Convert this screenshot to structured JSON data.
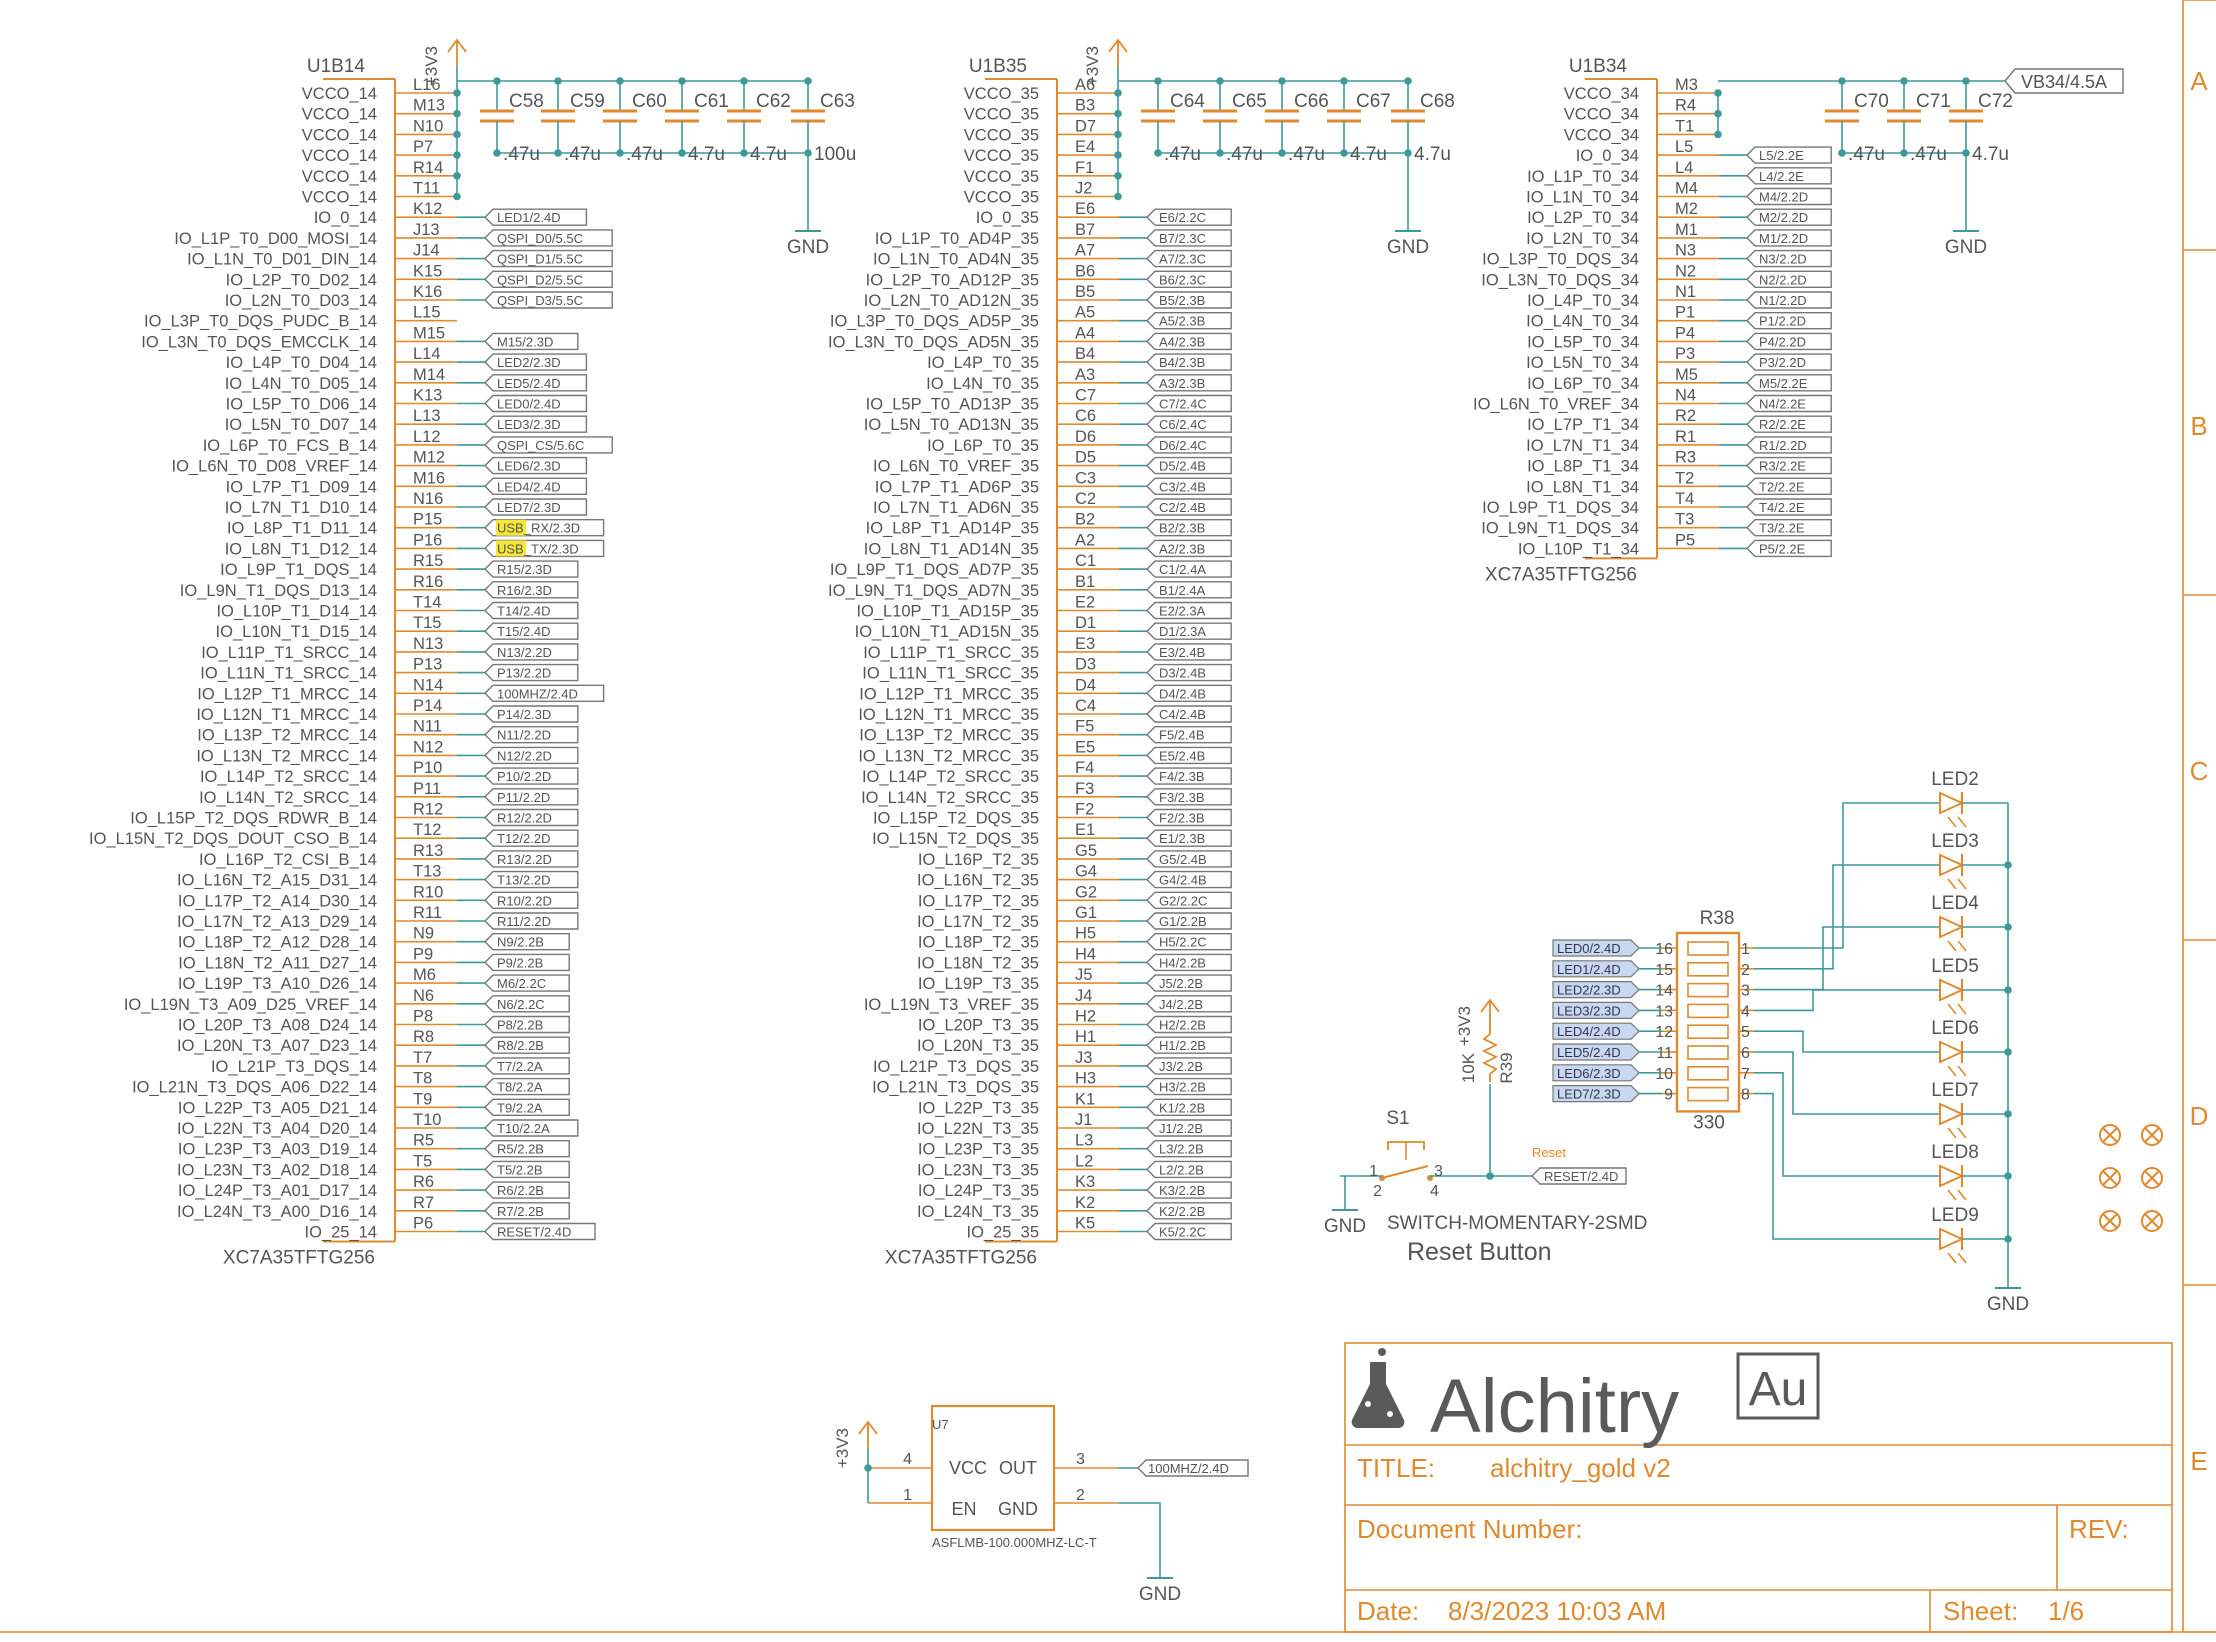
{
  "colors": {
    "wire": "#3e9a9a",
    "body": "#e08a2e",
    "text": "#555555",
    "title_text": "#e08a2e",
    "highlight": "#f5e63a",
    "led_label_fill": "#c8d8ee"
  },
  "sheet": {
    "zones": [
      "A",
      "B",
      "C",
      "D",
      "E"
    ]
  },
  "u14": {
    "ref": "U1B14",
    "part": "XC7A35TFTG256",
    "supply": "+3V3",
    "pins": [
      [
        "VCCO_14",
        "L16",
        ""
      ],
      [
        "VCCO_14",
        "M13",
        ""
      ],
      [
        "VCCO_14",
        "N10",
        ""
      ],
      [
        "VCCO_14",
        "P7",
        ""
      ],
      [
        "VCCO_14",
        "R14",
        ""
      ],
      [
        "VCCO_14",
        "T11",
        ""
      ],
      [
        "IO_0_14",
        "K12",
        "LED1/2.4D"
      ],
      [
        "IO_L1P_T0_D00_MOSI_14",
        "J13",
        "QSPI_D0/5.5C"
      ],
      [
        "IO_L1N_T0_D01_DIN_14",
        "J14",
        "QSPI_D1/5.5C"
      ],
      [
        "IO_L2P_T0_D02_14",
        "K15",
        "QSPI_D2/5.5C"
      ],
      [
        "IO_L2N_T0_D03_14",
        "K16",
        "QSPI_D3/5.5C"
      ],
      [
        "IO_L3P_T0_DQS_PUDC_B_14",
        "L15",
        ""
      ],
      [
        "IO_L3N_T0_DQS_EMCCLK_14",
        "M15",
        "M15/2.3D"
      ],
      [
        "IO_L4P_T0_D04_14",
        "L14",
        "LED2/2.3D"
      ],
      [
        "IO_L4N_T0_D05_14",
        "M14",
        "LED5/2.4D"
      ],
      [
        "IO_L5P_T0_D06_14",
        "K13",
        "LED0/2.4D"
      ],
      [
        "IO_L5N_T0_D07_14",
        "L13",
        "LED3/2.3D"
      ],
      [
        "IO_L6P_T0_FCS_B_14",
        "L12",
        "QSPI_CS/5.6C"
      ],
      [
        "IO_L6N_T0_D08_VREF_14",
        "M12",
        "LED6/2.3D"
      ],
      [
        "IO_L7P_T1_D09_14",
        "M16",
        "LED4/2.4D"
      ],
      [
        "IO_L7N_T1_D10_14",
        "N16",
        "LED7/2.3D"
      ],
      [
        "IO_L8P_T1_D11_14",
        "P15",
        "USB_RX/2.3D"
      ],
      [
        "IO_L8N_T1_D12_14",
        "P16",
        "USB_TX/2.3D"
      ],
      [
        "IO_L9P_T1_DQS_14",
        "R15",
        "R15/2.3D"
      ],
      [
        "IO_L9N_T1_DQS_D13_14",
        "R16",
        "R16/2.3D"
      ],
      [
        "IO_L10P_T1_D14_14",
        "T14",
        "T14/2.4D"
      ],
      [
        "IO_L10N_T1_D15_14",
        "T15",
        "T15/2.4D"
      ],
      [
        "IO_L11P_T1_SRCC_14",
        "N13",
        "N13/2.2D"
      ],
      [
        "IO_L11N_T1_SRCC_14",
        "P13",
        "P13/2.2D"
      ],
      [
        "IO_L12P_T1_MRCC_14",
        "N14",
        "100MHZ/2.4D"
      ],
      [
        "IO_L12N_T1_MRCC_14",
        "P14",
        "P14/2.3D"
      ],
      [
        "IO_L13P_T2_MRCC_14",
        "N11",
        "N11/2.2D"
      ],
      [
        "IO_L13N_T2_MRCC_14",
        "N12",
        "N12/2.2D"
      ],
      [
        "IO_L14P_T2_SRCC_14",
        "P10",
        "P10/2.2D"
      ],
      [
        "IO_L14N_T2_SRCC_14",
        "P11",
        "P11/2.2D"
      ],
      [
        "IO_L15P_T2_DQS_RDWR_B_14",
        "R12",
        "R12/2.2D"
      ],
      [
        "IO_L15N_T2_DQS_DOUT_CSO_B_14",
        "T12",
        "T12/2.2D"
      ],
      [
        "IO_L16P_T2_CSI_B_14",
        "R13",
        "R13/2.2D"
      ],
      [
        "IO_L16N_T2_A15_D31_14",
        "T13",
        "T13/2.2D"
      ],
      [
        "IO_L17P_T2_A14_D30_14",
        "R10",
        "R10/2.2D"
      ],
      [
        "IO_L17N_T2_A13_D29_14",
        "R11",
        "R11/2.2D"
      ],
      [
        "IO_L18P_T2_A12_D28_14",
        "N9",
        "N9/2.2B"
      ],
      [
        "IO_L18N_T2_A11_D27_14",
        "P9",
        "P9/2.2B"
      ],
      [
        "IO_L19P_T3_A10_D26_14",
        "M6",
        "M6/2.2C"
      ],
      [
        "IO_L19N_T3_A09_D25_VREF_14",
        "N6",
        "N6/2.2C"
      ],
      [
        "IO_L20P_T3_A08_D24_14",
        "P8",
        "P8/2.2B"
      ],
      [
        "IO_L20N_T3_A07_D23_14",
        "R8",
        "R8/2.2B"
      ],
      [
        "IO_L21P_T3_DQS_14",
        "T7",
        "T7/2.2A"
      ],
      [
        "IO_L21N_T3_DQS_A06_D22_14",
        "T8",
        "T8/2.2A"
      ],
      [
        "IO_L22P_T3_A05_D21_14",
        "T9",
        "T9/2.2A"
      ],
      [
        "IO_L22N_T3_A04_D20_14",
        "T10",
        "T10/2.2A"
      ],
      [
        "IO_L23P_T3_A03_D19_14",
        "R5",
        "R5/2.2B"
      ],
      [
        "IO_L23N_T3_A02_D18_14",
        "T5",
        "T5/2.2B"
      ],
      [
        "IO_L24P_T3_A01_D17_14",
        "R6",
        "R6/2.2B"
      ],
      [
        "IO_L24N_T3_A00_D16_14",
        "R7",
        "R7/2.2B"
      ],
      [
        "IO_25_14",
        "P6",
        "RESET/2.4D"
      ]
    ],
    "caps": [
      [
        "C58",
        ".47u"
      ],
      [
        "C59",
        ".47u"
      ],
      [
        "C60",
        ".47u"
      ],
      [
        "C61",
        "4.7u"
      ],
      [
        "C62",
        "4.7u"
      ],
      [
        "C63",
        "100u"
      ]
    ],
    "gnd": "GND"
  },
  "u35": {
    "ref": "U1B35",
    "part": "XC7A35TFTG256",
    "supply": "+3V3",
    "pins": [
      [
        "VCCO_35",
        "A6",
        ""
      ],
      [
        "VCCO_35",
        "B3",
        ""
      ],
      [
        "VCCO_35",
        "D7",
        ""
      ],
      [
        "VCCO_35",
        "E4",
        ""
      ],
      [
        "VCCO_35",
        "F1",
        ""
      ],
      [
        "VCCO_35",
        "J2",
        ""
      ],
      [
        "IO_0_35",
        "E6",
        "E6/2.2C"
      ],
      [
        "IO_L1P_T0_AD4P_35",
        "B7",
        "B7/2.3C"
      ],
      [
        "IO_L1N_T0_AD4N_35",
        "A7",
        "A7/2.3C"
      ],
      [
        "IO_L2P_T0_AD12P_35",
        "B6",
        "B6/2.3C"
      ],
      [
        "IO_L2N_T0_AD12N_35",
        "B5",
        "B5/2.3B"
      ],
      [
        "IO_L3P_T0_DQS_AD5P_35",
        "A5",
        "A5/2.3B"
      ],
      [
        "IO_L3N_T0_DQS_AD5N_35",
        "A4",
        "A4/2.3B"
      ],
      [
        "IO_L4P_T0_35",
        "B4",
        "B4/2.3B"
      ],
      [
        "IO_L4N_T0_35",
        "A3",
        "A3/2.3B"
      ],
      [
        "IO_L5P_T0_AD13P_35",
        "C7",
        "C7/2.4C"
      ],
      [
        "IO_L5N_T0_AD13N_35",
        "C6",
        "C6/2.4C"
      ],
      [
        "IO_L6P_T0_35",
        "D6",
        "D6/2.4C"
      ],
      [
        "IO_L6N_T0_VREF_35",
        "D5",
        "D5/2.4B"
      ],
      [
        "IO_L7P_T1_AD6P_35",
        "C3",
        "C3/2.4B"
      ],
      [
        "IO_L7N_T1_AD6N_35",
        "C2",
        "C2/2.4B"
      ],
      [
        "IO_L8P_T1_AD14P_35",
        "B2",
        "B2/2.3B"
      ],
      [
        "IO_L8N_T1_AD14N_35",
        "A2",
        "A2/2.3B"
      ],
      [
        "IO_L9P_T1_DQS_AD7P_35",
        "C1",
        "C1/2.4A"
      ],
      [
        "IO_L9N_T1_DQS_AD7N_35",
        "B1",
        "B1/2.4A"
      ],
      [
        "IO_L10P_T1_AD15P_35",
        "E2",
        "E2/2.3A"
      ],
      [
        "IO_L10N_T1_AD15N_35",
        "D1",
        "D1/2.3A"
      ],
      [
        "IO_L11P_T1_SRCC_35",
        "E3",
        "E3/2.4B"
      ],
      [
        "IO_L11N_T1_SRCC_35",
        "D3",
        "D3/2.4B"
      ],
      [
        "IO_L12P_T1_MRCC_35",
        "D4",
        "D4/2.4B"
      ],
      [
        "IO_L12N_T1_MRCC_35",
        "C4",
        "C4/2.4B"
      ],
      [
        "IO_L13P_T2_MRCC_35",
        "F5",
        "F5/2.4B"
      ],
      [
        "IO_L13N_T2_MRCC_35",
        "E5",
        "E5/2.4B"
      ],
      [
        "IO_L14P_T2_SRCC_35",
        "F4",
        "F4/2.3B"
      ],
      [
        "IO_L14N_T2_SRCC_35",
        "F3",
        "F3/2.3B"
      ],
      [
        "IO_L15P_T2_DQS_35",
        "F2",
        "F2/2.3B"
      ],
      [
        "IO_L15N_T2_DQS_35",
        "E1",
        "E1/2.3B"
      ],
      [
        "IO_L16P_T2_35",
        "G5",
        "G5/2.4B"
      ],
      [
        "IO_L16N_T2_35",
        "G4",
        "G4/2.4B"
      ],
      [
        "IO_L17P_T2_35",
        "G2",
        "G2/2.2C"
      ],
      [
        "IO_L17N_T2_35",
        "G1",
        "G1/2.2B"
      ],
      [
        "IO_L18P_T2_35",
        "H5",
        "H5/2.2C"
      ],
      [
        "IO_L18N_T2_35",
        "H4",
        "H4/2.2B"
      ],
      [
        "IO_L19P_T3_35",
        "J5",
        "J5/2.2B"
      ],
      [
        "IO_L19N_T3_VREF_35",
        "J4",
        "J4/2.2B"
      ],
      [
        "IO_L20P_T3_35",
        "H2",
        "H2/2.2B"
      ],
      [
        "IO_L20N_T3_35",
        "H1",
        "H1/2.2B"
      ],
      [
        "IO_L21P_T3_DQS_35",
        "J3",
        "J3/2.2B"
      ],
      [
        "IO_L21N_T3_DQS_35",
        "H3",
        "H3/2.2B"
      ],
      [
        "IO_L22P_T3_35",
        "K1",
        "K1/2.2B"
      ],
      [
        "IO_L22N_T3_35",
        "J1",
        "J1/2.2B"
      ],
      [
        "IO_L23P_T3_35",
        "L3",
        "L3/2.2B"
      ],
      [
        "IO_L23N_T3_35",
        "L2",
        "L2/2.2B"
      ],
      [
        "IO_L24P_T3_35",
        "K3",
        "K3/2.2B"
      ],
      [
        "IO_L24N_T3_35",
        "K2",
        "K2/2.2B"
      ],
      [
        "IO_25_35",
        "K5",
        "K5/2.2C"
      ]
    ],
    "caps": [
      [
        "C64",
        ".47u"
      ],
      [
        "C65",
        ".47u"
      ],
      [
        "C66",
        ".47u"
      ],
      [
        "C67",
        "4.7u"
      ],
      [
        "C68",
        "4.7u"
      ]
    ],
    "gnd": "GND"
  },
  "u34": {
    "ref": "U1B34",
    "part": "XC7A35TFTG256",
    "supply": "VB34/4.5A",
    "pins": [
      [
        "VCCO_34",
        "M3",
        ""
      ],
      [
        "VCCO_34",
        "R4",
        ""
      ],
      [
        "VCCO_34",
        "T1",
        ""
      ],
      [
        "IO_0_34",
        "L5",
        "L5/2.2E"
      ],
      [
        "IO_L1P_T0_34",
        "L4",
        "L4/2.2E"
      ],
      [
        "IO_L1N_T0_34",
        "M4",
        "M4/2.2D"
      ],
      [
        "IO_L2P_T0_34",
        "M2",
        "M2/2.2D"
      ],
      [
        "IO_L2N_T0_34",
        "M1",
        "M1/2.2D"
      ],
      [
        "IO_L3P_T0_DQS_34",
        "N3",
        "N3/2.2D"
      ],
      [
        "IO_L3N_T0_DQS_34",
        "N2",
        "N2/2.2D"
      ],
      [
        "IO_L4P_T0_34",
        "N1",
        "N1/2.2D"
      ],
      [
        "IO_L4N_T0_34",
        "P1",
        "P1/2.2D"
      ],
      [
        "IO_L5P_T0_34",
        "P4",
        "P4/2.2D"
      ],
      [
        "IO_L5N_T0_34",
        "P3",
        "P3/2.2D"
      ],
      [
        "IO_L6P_T0_34",
        "M5",
        "M5/2.2E"
      ],
      [
        "IO_L6N_T0_VREF_34",
        "N4",
        "N4/2.2E"
      ],
      [
        "IO_L7P_T1_34",
        "R2",
        "R2/2.2E"
      ],
      [
        "IO_L7N_T1_34",
        "R1",
        "R1/2.2D"
      ],
      [
        "IO_L8P_T1_34",
        "R3",
        "R3/2.2E"
      ],
      [
        "IO_L8N_T1_34",
        "T2",
        "T2/2.2E"
      ],
      [
        "IO_L9P_T1_DQS_34",
        "T4",
        "T4/2.2E"
      ],
      [
        "IO_L9N_T1_DQS_34",
        "T3",
        "T3/2.2E"
      ],
      [
        "IO_L10P_T1_34",
        "P5",
        "P5/2.2E"
      ]
    ],
    "caps": [
      [
        "C70",
        ".47u"
      ],
      [
        "C71",
        ".47u"
      ],
      [
        "C72",
        "4.7u"
      ]
    ],
    "gnd": "GND"
  },
  "leds": {
    "resistor": "R38",
    "value": "330",
    "inputs": [
      "LED0/2.4D",
      "LED1/2.4D",
      "LED2/2.3D",
      "LED3/2.3D",
      "LED4/2.4D",
      "LED5/2.4D",
      "LED6/2.3D",
      "LED7/2.3D"
    ],
    "left_pins": [
      "16",
      "15",
      "14",
      "13",
      "12",
      "11",
      "10",
      "9"
    ],
    "right_pins": [
      "1",
      "2",
      "3",
      "4",
      "5",
      "6",
      "7",
      "8"
    ],
    "names": [
      "LED2",
      "LED3",
      "LED4",
      "LED5",
      "LED6",
      "LED7",
      "LED8",
      "LED9"
    ],
    "gnd": "GND"
  },
  "reset": {
    "switch": "S1",
    "supply": "+3V3",
    "resistor": "R39",
    "res_value": "10K",
    "net": "Reset",
    "net_label": "RESET/2.4D",
    "part": "SWITCH-MOMENTARY-2SMD",
    "title": "Reset Button",
    "pins": [
      "1",
      "2",
      "3",
      "4"
    ],
    "gnd": "GND"
  },
  "osc": {
    "ref": "U7",
    "part": "ASFLMB-100.000MHZ-LC-T",
    "supply": "+3V3",
    "pins": {
      "vcc": "VCC",
      "out": "OUT",
      "en": "EN",
      "gnd": "GND"
    },
    "pin_nums": [
      "4",
      "1",
      "3",
      "2"
    ],
    "net_label": "100MHZ/2.4D",
    "gnd": "GND"
  },
  "titleblock": {
    "logo": "Alchitry",
    "logo_badge": "Au",
    "title_label": "TITLE:",
    "title": "alchitry_gold v2",
    "docnum_label": "Document Number:",
    "rev_label": "REV:",
    "date_label": "Date:",
    "date": "8/3/2023 10:03 AM",
    "sheet_label": "Sheet:",
    "sheet": "1/6"
  }
}
